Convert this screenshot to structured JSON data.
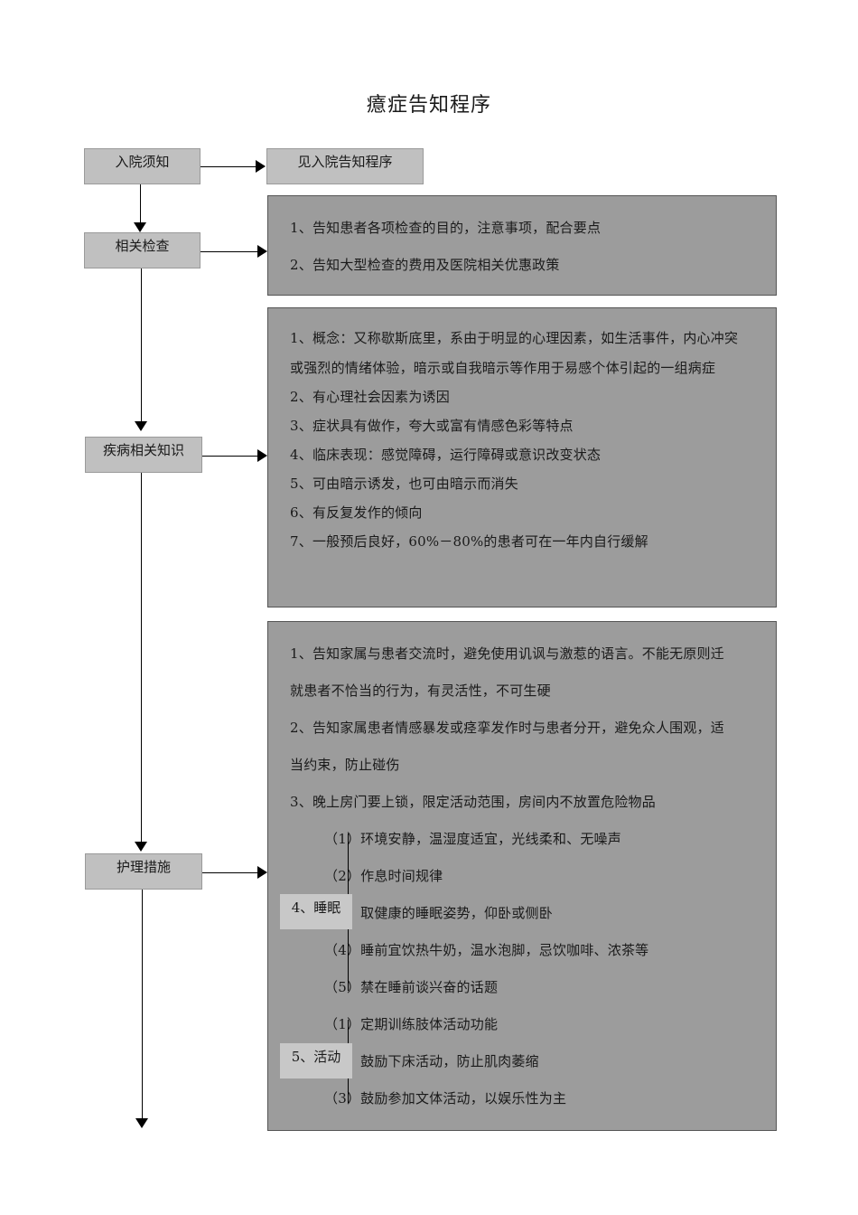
{
  "title": "癔症告知程序",
  "steps": {
    "admission": "入院须知",
    "admission_ref": "见入院告知程序",
    "exams": "相关检查",
    "disease": "疾病相关知识",
    "nursing": "护理措施"
  },
  "exam_panel": [
    "1、告知患者各项检查的目的，注意事项，配合要点",
    "2、告知大型检查的费用及医院相关优惠政策"
  ],
  "disease_panel": [
    "1、概念：又称歇斯底里，系由于明显的心理因素，如生活事件，内心冲突",
    "或强烈的情绪体验，暗示或自我暗示等作用于易感个体引起的一组病症",
    "2、有心理社会因素为诱因",
    "3、症状具有做作，夸大或富有情感色彩等特点",
    "4、临床表现：感觉障碍，运行障碍或意识改变状态",
    "5、可由暗示诱发，也可由暗示而消失",
    "6、有反复发作的倾向",
    "7、一般预后良好，60%－80%的患者可在一年内自行缓解"
  ],
  "nursing_panel": {
    "lines": [
      "1、告知家属与患者交流时，避免使用讥讽与激惹的语言。不能无原则迁",
      "就患者不恰当的行为，有灵活性，不可生硬",
      "2、告知家属患者情感暴发或痉挛发作时与患者分开，避免众人围观，适",
      "当约束，防止碰伤",
      "3、晚上房门要上锁，限定活动范围，房间内不放置危险物品"
    ],
    "sleep_label": "4、睡眠",
    "sleep_items": [
      "（1）环境安静，温湿度适宜，光线柔和、无噪声",
      "（2）作息时间规律",
      "（3）取健康的睡眠姿势，仰卧或侧卧",
      "（4）睡前宜饮热牛奶，温水泡脚，忌饮咖啡、浓茶等",
      "（5）禁在睡前谈兴奋的话题"
    ],
    "activity_label": "5、活动",
    "activity_items": [
      "（1）定期训练肢体活动功能",
      "（2）鼓励下床活动，防止肌肉萎缩",
      "（3）鼓励参加文体活动，以娱乐性为主"
    ]
  }
}
